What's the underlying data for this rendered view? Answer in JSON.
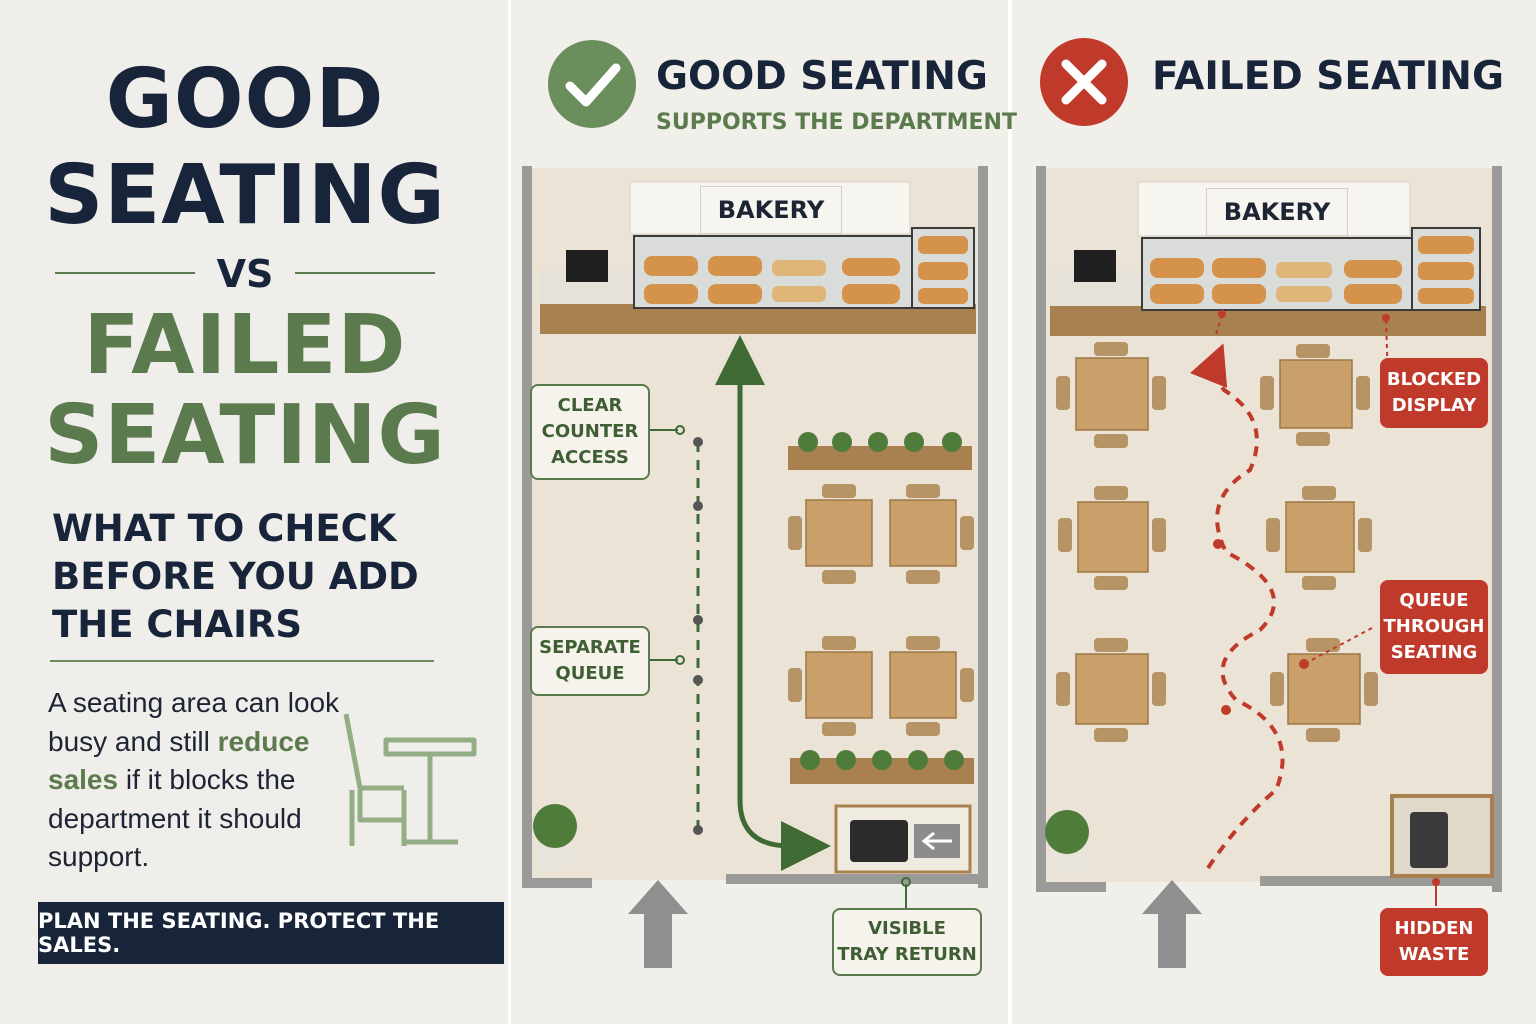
{
  "left": {
    "title_line1": "GOOD",
    "title_line2": "SEATING",
    "vs": "VS",
    "title_line3": "FAILED",
    "title_line4": "SEATING",
    "subhead": [
      "WHAT TO CHECK",
      "BEFORE YOU ADD",
      "THE CHAIRS"
    ],
    "body_before": "A seating area can look busy and still",
    "body_highlight": "reduce sales",
    "body_after": "if it blocks the department it should support.",
    "banner": "PLAN THE SEATING. PROTECT THE SALES."
  },
  "good": {
    "title": "GOOD SEATING",
    "subtitle": "SUPPORTS THE DEPARTMENT",
    "sign": "BAKERY",
    "labels": {
      "clear_counter": [
        "CLEAR",
        "COUNTER",
        "ACCESS"
      ],
      "separate_queue": [
        "SEPARATE",
        "QUEUE"
      ],
      "tray_return": [
        "VISIBLE",
        "TRAY RETURN"
      ]
    }
  },
  "failed": {
    "title": "FAILED SEATING",
    "sign": "BAKERY",
    "labels": {
      "blocked_display": [
        "BLOCKED",
        "DISPLAY"
      ],
      "queue_through": [
        "QUEUE",
        "THROUGH",
        "SEATING"
      ],
      "hidden_waste": [
        "HIDDEN",
        "WASTE"
      ]
    }
  },
  "colors": {
    "navy": "#17243a",
    "green": "#5b7a4d",
    "red": "#c03a2b",
    "floor": "#ebe4d6",
    "wood": "#c9a06a"
  }
}
